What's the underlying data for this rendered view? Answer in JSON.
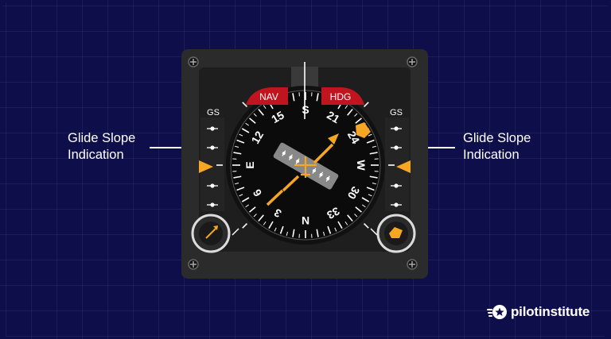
{
  "callouts": {
    "left": [
      "Glide Slope",
      "Indication"
    ],
    "right": [
      "Glide Slope",
      "Indication"
    ]
  },
  "instrument": {
    "gs_left": "GS",
    "gs_right": "GS",
    "nav_label": "NAV",
    "hdg_label": "HDG",
    "compass_labels": [
      "S",
      "21",
      "24",
      "W",
      "30",
      "33",
      "N",
      "3",
      "6",
      "E",
      "12",
      "15"
    ]
  },
  "colors": {
    "background": "#0e0f4a",
    "bezel": "#2b2b2b",
    "annunciator_red": "#c0141f",
    "pointer_orange": "#f5a623"
  },
  "brand": {
    "name": "pilotinstitute",
    "logo_icon": "star-wings-icon"
  }
}
